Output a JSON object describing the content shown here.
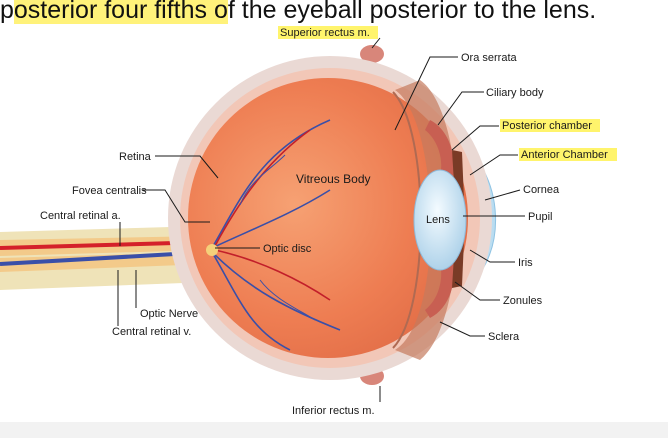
{
  "caption": {
    "part1": "p",
    "part2": "osterior four fifths o",
    "part3": "f the eyeball posterior to the lens."
  },
  "labels": {
    "superior_rectus": "Superior rectus m.",
    "inferior_rectus": "Inferior rectus m.",
    "ora_serrata": "Ora serrata",
    "ciliary_body": "Ciliary body",
    "posterior_chamber": "Posterior chamber",
    "anterior_chamber": "Anterior Chamber",
    "cornea": "Cornea",
    "pupil": "Pupil",
    "iris": "Iris",
    "zonules": "Zonules",
    "sclera": "Sclera",
    "retina": "Retina",
    "fovea_centralis": "Fovea centralis",
    "central_retinal_a": "Central retinal a.",
    "optic_nerve": "Optic Nerve",
    "central_retinal_v": "Central retinal v.",
    "vitreous_body": "Vitreous Body",
    "lens": "Lens",
    "optic_disc": "Optic disc"
  },
  "colors": {
    "highlight": "#fff35c",
    "sclera": "#ead9d4",
    "vitreous": "#f08a5c",
    "artery": "#d4202a",
    "vein": "#3a4fa8",
    "lens": "#cfe6f6"
  }
}
